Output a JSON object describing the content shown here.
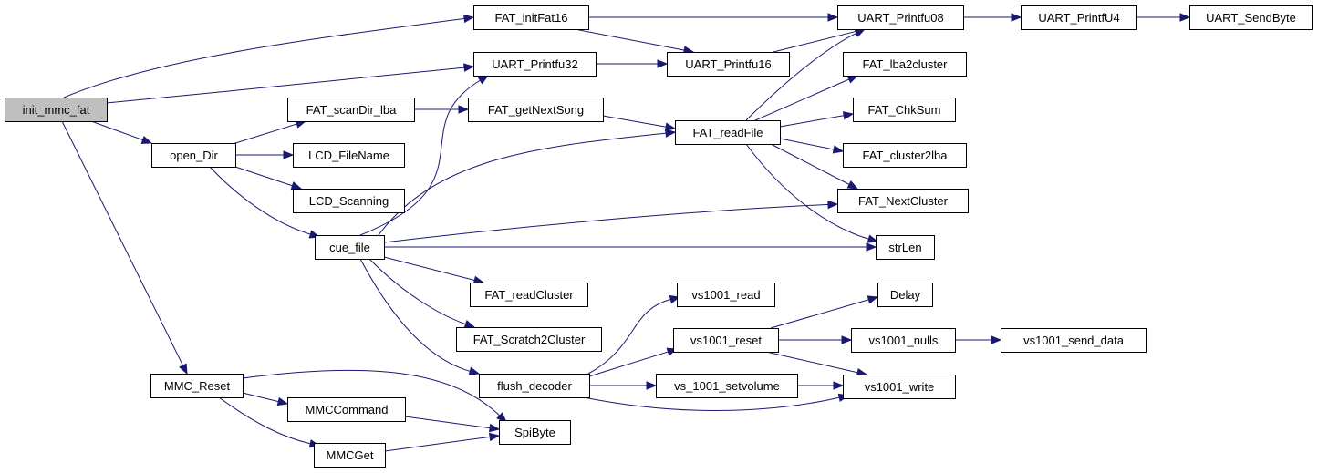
{
  "graph": {
    "type": "call-graph",
    "root": "init_mmc_fat",
    "colors": {
      "edge": "#191970",
      "root_fill": "#bfbfbf",
      "node_fill": "#ffffff",
      "node_stroke": "#000000"
    },
    "nodes": [
      {
        "id": "init_mmc_fat",
        "label": "init_mmc_fat"
      },
      {
        "id": "FAT_initFat16",
        "label": "FAT_initFat16"
      },
      {
        "id": "UART_Printfu32",
        "label": "UART_Printfu32"
      },
      {
        "id": "open_Dir",
        "label": "open_Dir"
      },
      {
        "id": "MMC_Reset",
        "label": "MMC_Reset"
      },
      {
        "id": "UART_Printfu08",
        "label": "UART_Printfu08"
      },
      {
        "id": "UART_Printfu16",
        "label": "UART_Printfu16"
      },
      {
        "id": "UART_PrintfU4",
        "label": "UART_PrintfU4"
      },
      {
        "id": "UART_SendByte",
        "label": "UART_SendByte"
      },
      {
        "id": "FAT_scanDir_lba",
        "label": "FAT_scanDir_lba"
      },
      {
        "id": "LCD_FileName",
        "label": "LCD_FileName"
      },
      {
        "id": "LCD_Scanning",
        "label": "LCD_Scanning"
      },
      {
        "id": "cue_file",
        "label": "cue_file"
      },
      {
        "id": "FAT_getNextSong",
        "label": "FAT_getNextSong"
      },
      {
        "id": "FAT_readFile",
        "label": "FAT_readFile"
      },
      {
        "id": "FAT_lba2cluster",
        "label": "FAT_lba2cluster"
      },
      {
        "id": "FAT_ChkSum",
        "label": "FAT_ChkSum"
      },
      {
        "id": "FAT_cluster2lba",
        "label": "FAT_cluster2lba"
      },
      {
        "id": "FAT_NextCluster",
        "label": "FAT_NextCluster"
      },
      {
        "id": "strLen",
        "label": "strLen"
      },
      {
        "id": "FAT_readCluster",
        "label": "FAT_readCluster"
      },
      {
        "id": "FAT_Scratch2Cluster",
        "label": "FAT_Scratch2Cluster"
      },
      {
        "id": "flush_decoder",
        "label": "flush_decoder"
      },
      {
        "id": "vs1001_read",
        "label": "vs1001_read"
      },
      {
        "id": "vs1001_reset",
        "label": "vs1001_reset"
      },
      {
        "id": "vs_1001_setvolume",
        "label": "vs_1001_setvolume"
      },
      {
        "id": "Delay",
        "label": "Delay"
      },
      {
        "id": "vs1001_nulls",
        "label": "vs1001_nulls"
      },
      {
        "id": "vs1001_send_data",
        "label": "vs1001_send_data"
      },
      {
        "id": "vs1001_write",
        "label": "vs1001_write"
      },
      {
        "id": "MMCCommand",
        "label": "MMCCommand"
      },
      {
        "id": "MMCGet",
        "label": "MMCGet"
      },
      {
        "id": "SpiByte",
        "label": "SpiByte"
      }
    ],
    "edges": [
      {
        "from": "init_mmc_fat",
        "to": "FAT_initFat16"
      },
      {
        "from": "init_mmc_fat",
        "to": "UART_Printfu32"
      },
      {
        "from": "init_mmc_fat",
        "to": "open_Dir"
      },
      {
        "from": "init_mmc_fat",
        "to": "MMC_Reset"
      },
      {
        "from": "FAT_initFat16",
        "to": "UART_Printfu08"
      },
      {
        "from": "FAT_initFat16",
        "to": "UART_Printfu16"
      },
      {
        "from": "UART_Printfu32",
        "to": "UART_Printfu16"
      },
      {
        "from": "UART_Printfu16",
        "to": "UART_Printfu08"
      },
      {
        "from": "UART_Printfu08",
        "to": "UART_PrintfU4"
      },
      {
        "from": "UART_PrintfU4",
        "to": "UART_SendByte"
      },
      {
        "from": "open_Dir",
        "to": "FAT_scanDir_lba"
      },
      {
        "from": "open_Dir",
        "to": "LCD_FileName"
      },
      {
        "from": "open_Dir",
        "to": "LCD_Scanning"
      },
      {
        "from": "open_Dir",
        "to": "cue_file"
      },
      {
        "from": "FAT_scanDir_lba",
        "to": "FAT_getNextSong"
      },
      {
        "from": "FAT_getNextSong",
        "to": "FAT_readFile"
      },
      {
        "from": "FAT_readFile",
        "to": "UART_Printfu08"
      },
      {
        "from": "FAT_readFile",
        "to": "FAT_lba2cluster"
      },
      {
        "from": "FAT_readFile",
        "to": "FAT_ChkSum"
      },
      {
        "from": "FAT_readFile",
        "to": "FAT_cluster2lba"
      },
      {
        "from": "FAT_readFile",
        "to": "FAT_NextCluster"
      },
      {
        "from": "FAT_readFile",
        "to": "strLen"
      },
      {
        "from": "cue_file",
        "to": "UART_Printfu32"
      },
      {
        "from": "cue_file",
        "to": "FAT_readFile"
      },
      {
        "from": "cue_file",
        "to": "FAT_NextCluster"
      },
      {
        "from": "cue_file",
        "to": "strLen"
      },
      {
        "from": "cue_file",
        "to": "FAT_readCluster"
      },
      {
        "from": "cue_file",
        "to": "FAT_Scratch2Cluster"
      },
      {
        "from": "cue_file",
        "to": "flush_decoder"
      },
      {
        "from": "flush_decoder",
        "to": "vs1001_read"
      },
      {
        "from": "flush_decoder",
        "to": "vs1001_reset"
      },
      {
        "from": "flush_decoder",
        "to": "vs_1001_setvolume"
      },
      {
        "from": "flush_decoder",
        "to": "vs1001_write"
      },
      {
        "from": "vs1001_reset",
        "to": "Delay"
      },
      {
        "from": "vs1001_reset",
        "to": "vs1001_nulls"
      },
      {
        "from": "vs1001_reset",
        "to": "vs1001_write"
      },
      {
        "from": "vs1001_nulls",
        "to": "vs1001_send_data"
      },
      {
        "from": "vs_1001_setvolume",
        "to": "vs1001_write"
      },
      {
        "from": "MMC_Reset",
        "to": "MMCCommand"
      },
      {
        "from": "MMC_Reset",
        "to": "MMCGet"
      },
      {
        "from": "MMC_Reset",
        "to": "SpiByte"
      },
      {
        "from": "MMCCommand",
        "to": "SpiByte"
      },
      {
        "from": "MMCGet",
        "to": "SpiByte"
      }
    ]
  }
}
